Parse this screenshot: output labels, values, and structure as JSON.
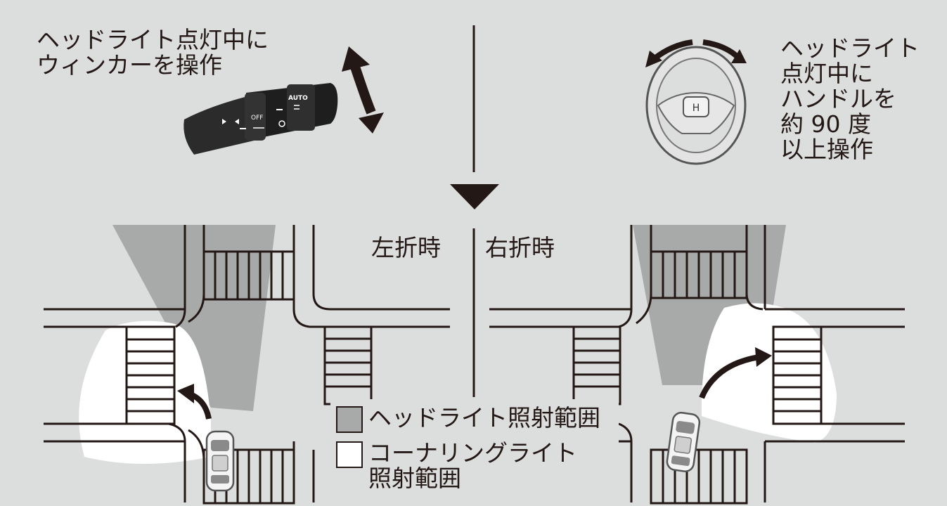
{
  "top_left": {
    "lines": [
      "ヘッドライト点灯中に",
      "ウィンカーを操作"
    ]
  },
  "top_right": {
    "lines": [
      "ヘッドライト",
      "点灯中に",
      "ハンドルを",
      "約 90 度",
      "以上操作"
    ]
  },
  "stalk": {
    "labels": [
      "OFF",
      "AUTO"
    ]
  },
  "scenes": {
    "left_turn_label": "左折時",
    "right_turn_label": "右折時"
  },
  "legend": {
    "headlight": {
      "label": "ヘッドライト照射範囲",
      "color": "#a8a9a9"
    },
    "cornering": {
      "label_lines": [
        "コーナリングライト",
        "照射範囲"
      ],
      "color": "#ffffff"
    }
  },
  "colors": {
    "background": "#dcdddd",
    "ink": "#231815",
    "headlight_area": "#a8a9a9",
    "cornering_area": "#ffffff"
  }
}
